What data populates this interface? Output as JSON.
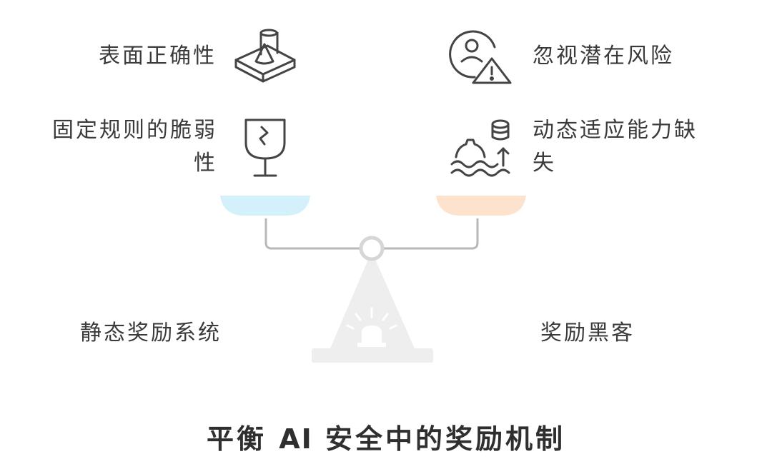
{
  "title": {
    "prefix": "平衡 ",
    "emphasis": "AI",
    "suffix": " 安全中的奖励机制"
  },
  "left": {
    "heading": "静态奖励系统",
    "items": [
      {
        "label": "表面正确性",
        "icon": "3d-shape-on-base-icon"
      },
      {
        "label": "固定规则的脆弱性",
        "icon": "broken-glass-icon"
      }
    ],
    "pan_color": "#d4f1fb"
  },
  "right": {
    "heading": "奖励黑客",
    "items": [
      {
        "label": "忽视潜在风险",
        "icon": "user-warning-icon"
      },
      {
        "label": "动态适应能力缺失",
        "icon": "gear-wave-database-icon"
      }
    ],
    "pan_color": "#fde3cd"
  }
}
